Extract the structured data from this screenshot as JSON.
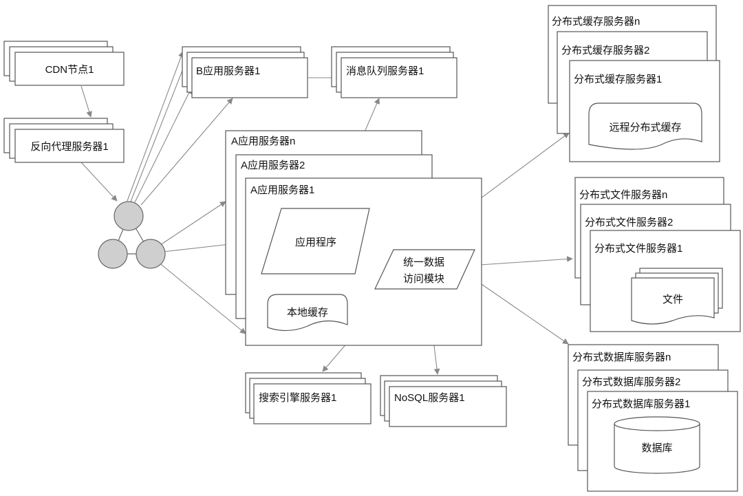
{
  "cdn": {
    "label": "CDN节点1"
  },
  "reverse_proxy": {
    "label": "反向代理服务器1"
  },
  "b_app": {
    "label": "B应用服务器1"
  },
  "mq": {
    "label": "消息队列服务器1"
  },
  "a_app": {
    "labels": [
      "A应用服务器n",
      "A应用服务器2",
      "A应用服务器1"
    ]
  },
  "app_program": {
    "label": "应用程序"
  },
  "local_cache": {
    "label": "本地缓存"
  },
  "data_access": {
    "line1": "统一数据",
    "line2": "访问模块"
  },
  "search": {
    "label": "搜索引擎服务器1"
  },
  "nosql": {
    "label": "NoSQL服务器1"
  },
  "dist_cache": {
    "labels": [
      "分布式缓存服务器n",
      "分布式缓存服务器2",
      "分布式缓存服务器1"
    ],
    "inner": "远程分布式缓存"
  },
  "dist_file": {
    "labels": [
      "分布式文件服务器n",
      "分布式文件服务器2",
      "分布式文件服务器1"
    ],
    "inner": "文件"
  },
  "dist_db": {
    "labels": [
      "分布式数据库服务器n",
      "分布式数据库服务器2",
      "分布式数据库服务器1"
    ],
    "inner": "数据库"
  }
}
